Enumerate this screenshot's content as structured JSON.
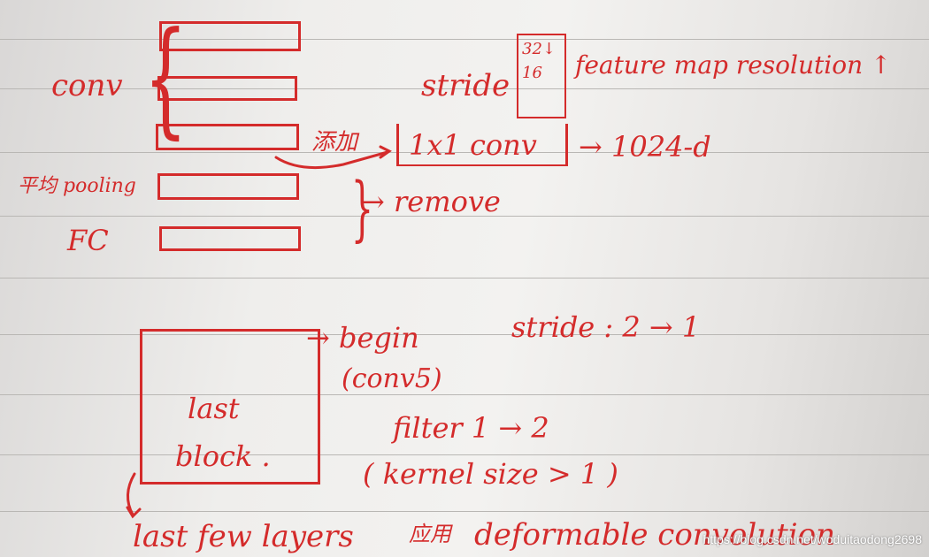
{
  "notes": {
    "conv": "conv",
    "pooling": "平均 pooling",
    "fc": "FC",
    "stride": "stride",
    "stride_change": "32↓16",
    "feature_map": "feature map resolution ↑",
    "add": "添加",
    "conv1x1": "1x1 conv",
    "dim": "→ 1024-d",
    "remove": "→ remove",
    "begin": "→ begin",
    "conv5": "(conv5)",
    "stride2": "stride : 2 → 1",
    "filter": "filter   1 → 2",
    "kernel": "( kernel size > 1 )",
    "last_block_1": "last",
    "last_block_2": "block .",
    "last_layers": "last few layers",
    "apply": "应用",
    "deformable": "deformable convolution"
  },
  "watermark": "https://blog.csdn.net/woduitaodong2698",
  "colors": {
    "ink": "#d42b2b",
    "paper": "#f1f0ee",
    "rule": "#b9b7b4"
  }
}
